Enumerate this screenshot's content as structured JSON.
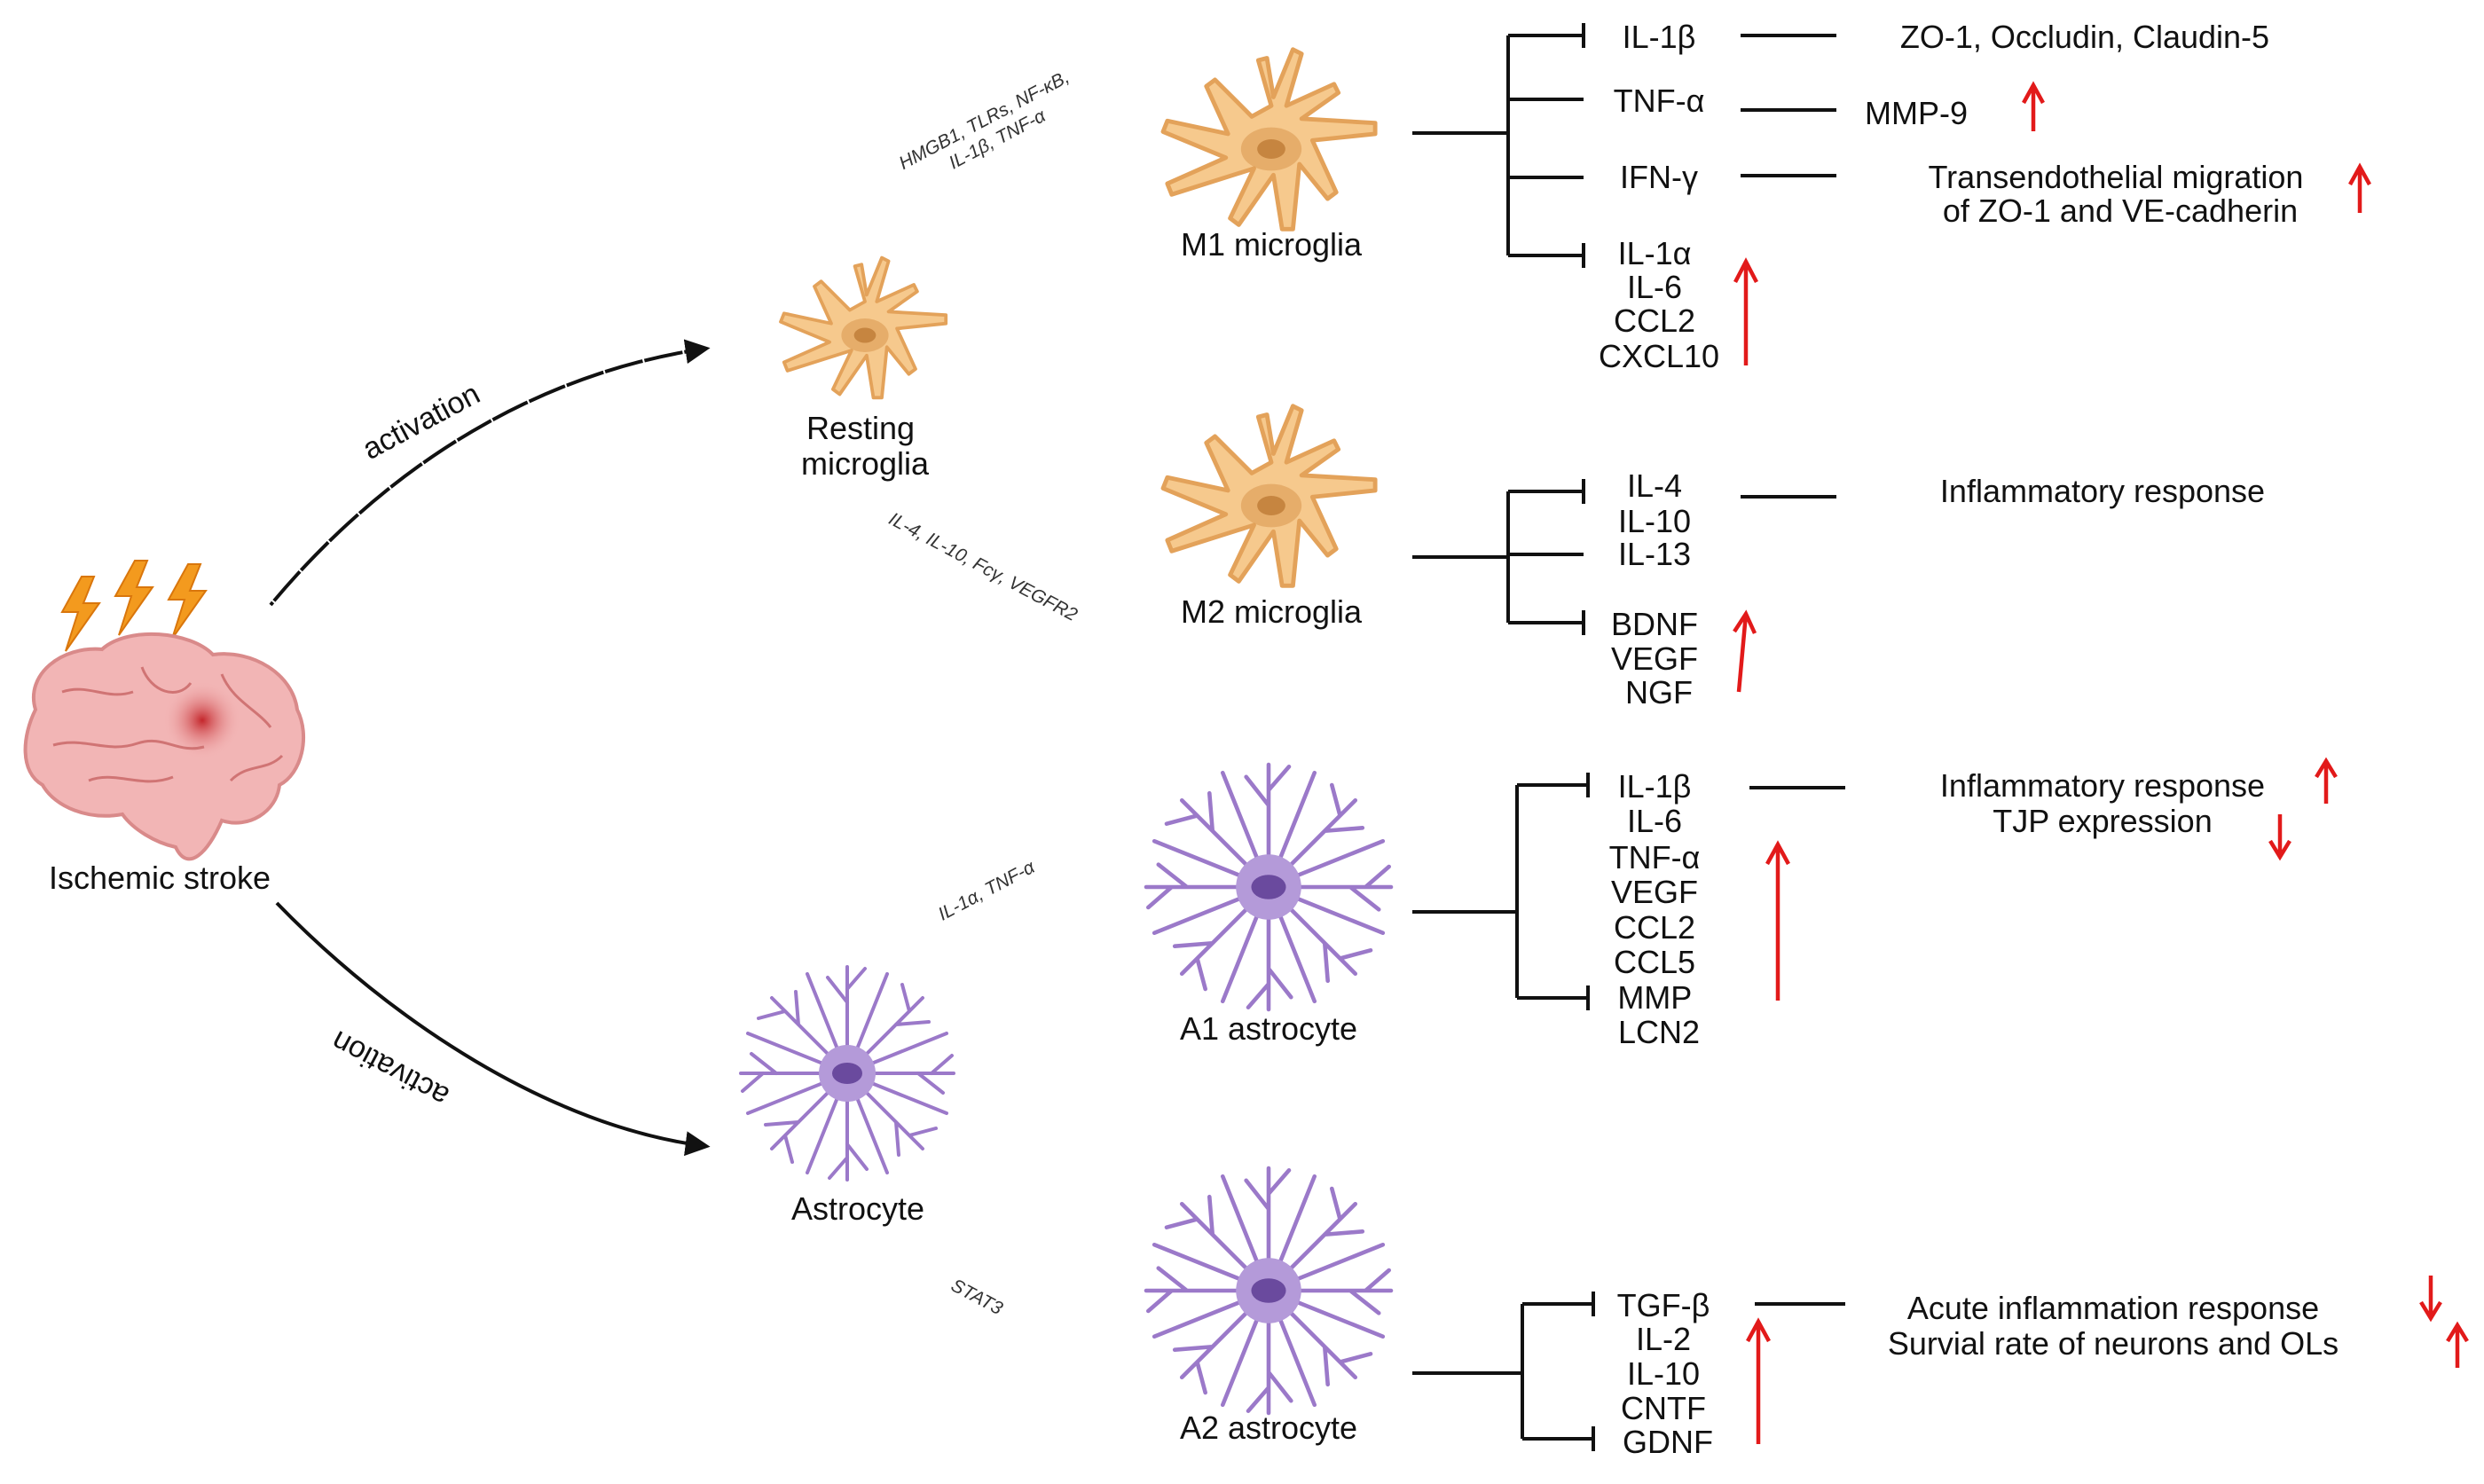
{
  "stroke": {
    "label": "Ischemic stroke"
  },
  "activation_labels": {
    "upper": "activation",
    "lower": "activation"
  },
  "cells": {
    "resting_microglia": [
      "Resting",
      "microglia"
    ],
    "astrocyte": "Astrocyte",
    "m1": "M1 microglia",
    "m2": "M2 microglia",
    "a1": "A1 astrocyte",
    "a2": "A2 astrocyte"
  },
  "triggers": {
    "m1": [
      "HMGB1, TLRs, NF-κB,",
      "IL-1β, TNF-α"
    ],
    "m2": "IL-4,  IL-10, Fcγ, VEGFR2",
    "a1": "IL-1α, TNF-α",
    "a2": "STAT3"
  },
  "m1_factors": {
    "f1": "IL-1β",
    "f2": "TNF-α",
    "f3": "IFN-γ",
    "group": [
      "IL-1α",
      "IL-6",
      "CCL2",
      "CXCL10"
    ]
  },
  "m1_effects": {
    "e1": "ZO-1, Occludin, Claudin-5",
    "e2": "MMP-9",
    "e3": [
      "Transendothelial migration",
      "of ZO-1 and VE-cadherin"
    ]
  },
  "m2_factors": [
    "IL-4",
    "IL-10",
    "IL-13",
    "BDNF",
    "VEGF",
    "NGF"
  ],
  "m2_effect": "Inflammatory response",
  "a1_factors": [
    "IL-1β",
    "IL-6",
    "TNF-α",
    "VEGF",
    "CCL2",
    "CCL5",
    "MMP",
    "LCN2"
  ],
  "a1_effects": {
    "e1": "Inflammatory response",
    "e2": "TJP expression"
  },
  "a2_factors": [
    "TGF-β",
    "IL-2",
    "IL-10",
    "CNTF",
    "GDNF"
  ],
  "a2_effects": {
    "e1": "Acute inflammation response",
    "e2": "Survial rate of neurons and OLs"
  },
  "colors": {
    "microglia_fill": "#f6c98d",
    "microglia_outline": "#e3a25a",
    "astrocyte": "#9b79c9",
    "arrow_up": "#e21a1a",
    "brain": "#f2b5b5",
    "bolt": "#f39a1e"
  }
}
